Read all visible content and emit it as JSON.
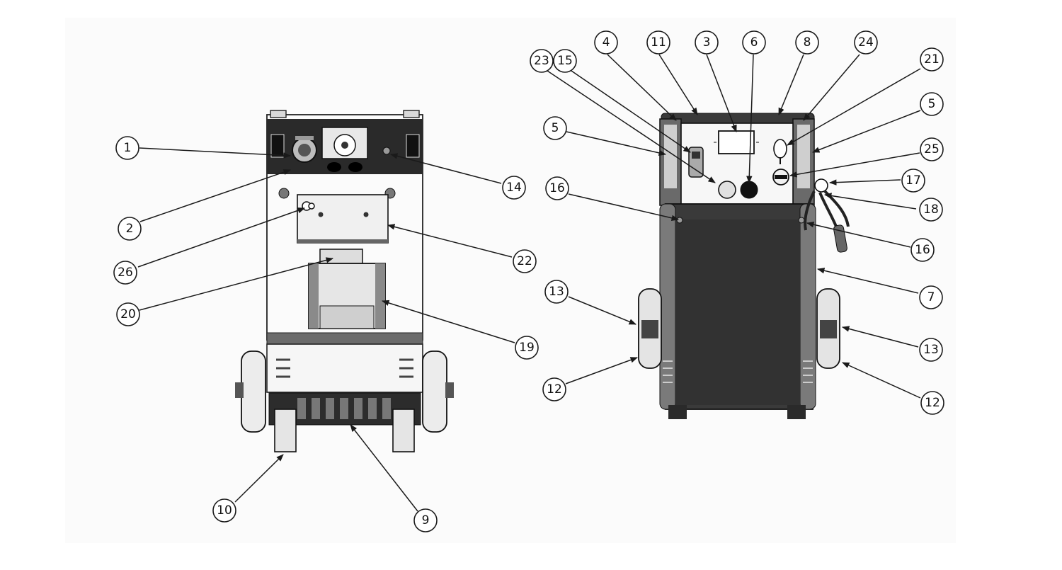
{
  "diagram": {
    "colors": {
      "ink": "#1a1a1a",
      "panel_dark": "#2a2a2a",
      "body_dark": "#3a3a3a",
      "paper": "#fbfbfb"
    },
    "callouts": [
      {
        "id": "c1",
        "label": "1"
      },
      {
        "id": "c2",
        "label": "2"
      },
      {
        "id": "c26",
        "label": "26"
      },
      {
        "id": "c20",
        "label": "20"
      },
      {
        "id": "c14",
        "label": "14"
      },
      {
        "id": "c22",
        "label": "22"
      },
      {
        "id": "c19",
        "label": "19"
      },
      {
        "id": "c10",
        "label": "10"
      },
      {
        "id": "c9",
        "label": "9"
      },
      {
        "id": "c23",
        "label": "23"
      },
      {
        "id": "c15",
        "label": "15"
      },
      {
        "id": "c4",
        "label": "4"
      },
      {
        "id": "c11",
        "label": "11"
      },
      {
        "id": "c3",
        "label": "3"
      },
      {
        "id": "c6",
        "label": "6"
      },
      {
        "id": "c8",
        "label": "8"
      },
      {
        "id": "c24",
        "label": "24"
      },
      {
        "id": "c21",
        "label": "21"
      },
      {
        "id": "c5r",
        "label": "5"
      },
      {
        "id": "c25",
        "label": "25"
      },
      {
        "id": "c17",
        "label": "17"
      },
      {
        "id": "c18",
        "label": "18"
      },
      {
        "id": "c16r",
        "label": "16"
      },
      {
        "id": "c7",
        "label": "7"
      },
      {
        "id": "c13r",
        "label": "13"
      },
      {
        "id": "c12r",
        "label": "12"
      },
      {
        "id": "c5l",
        "label": "5"
      },
      {
        "id": "c16l",
        "label": "16"
      },
      {
        "id": "c13l",
        "label": "13"
      },
      {
        "id": "c12l",
        "label": "12"
      }
    ]
  }
}
